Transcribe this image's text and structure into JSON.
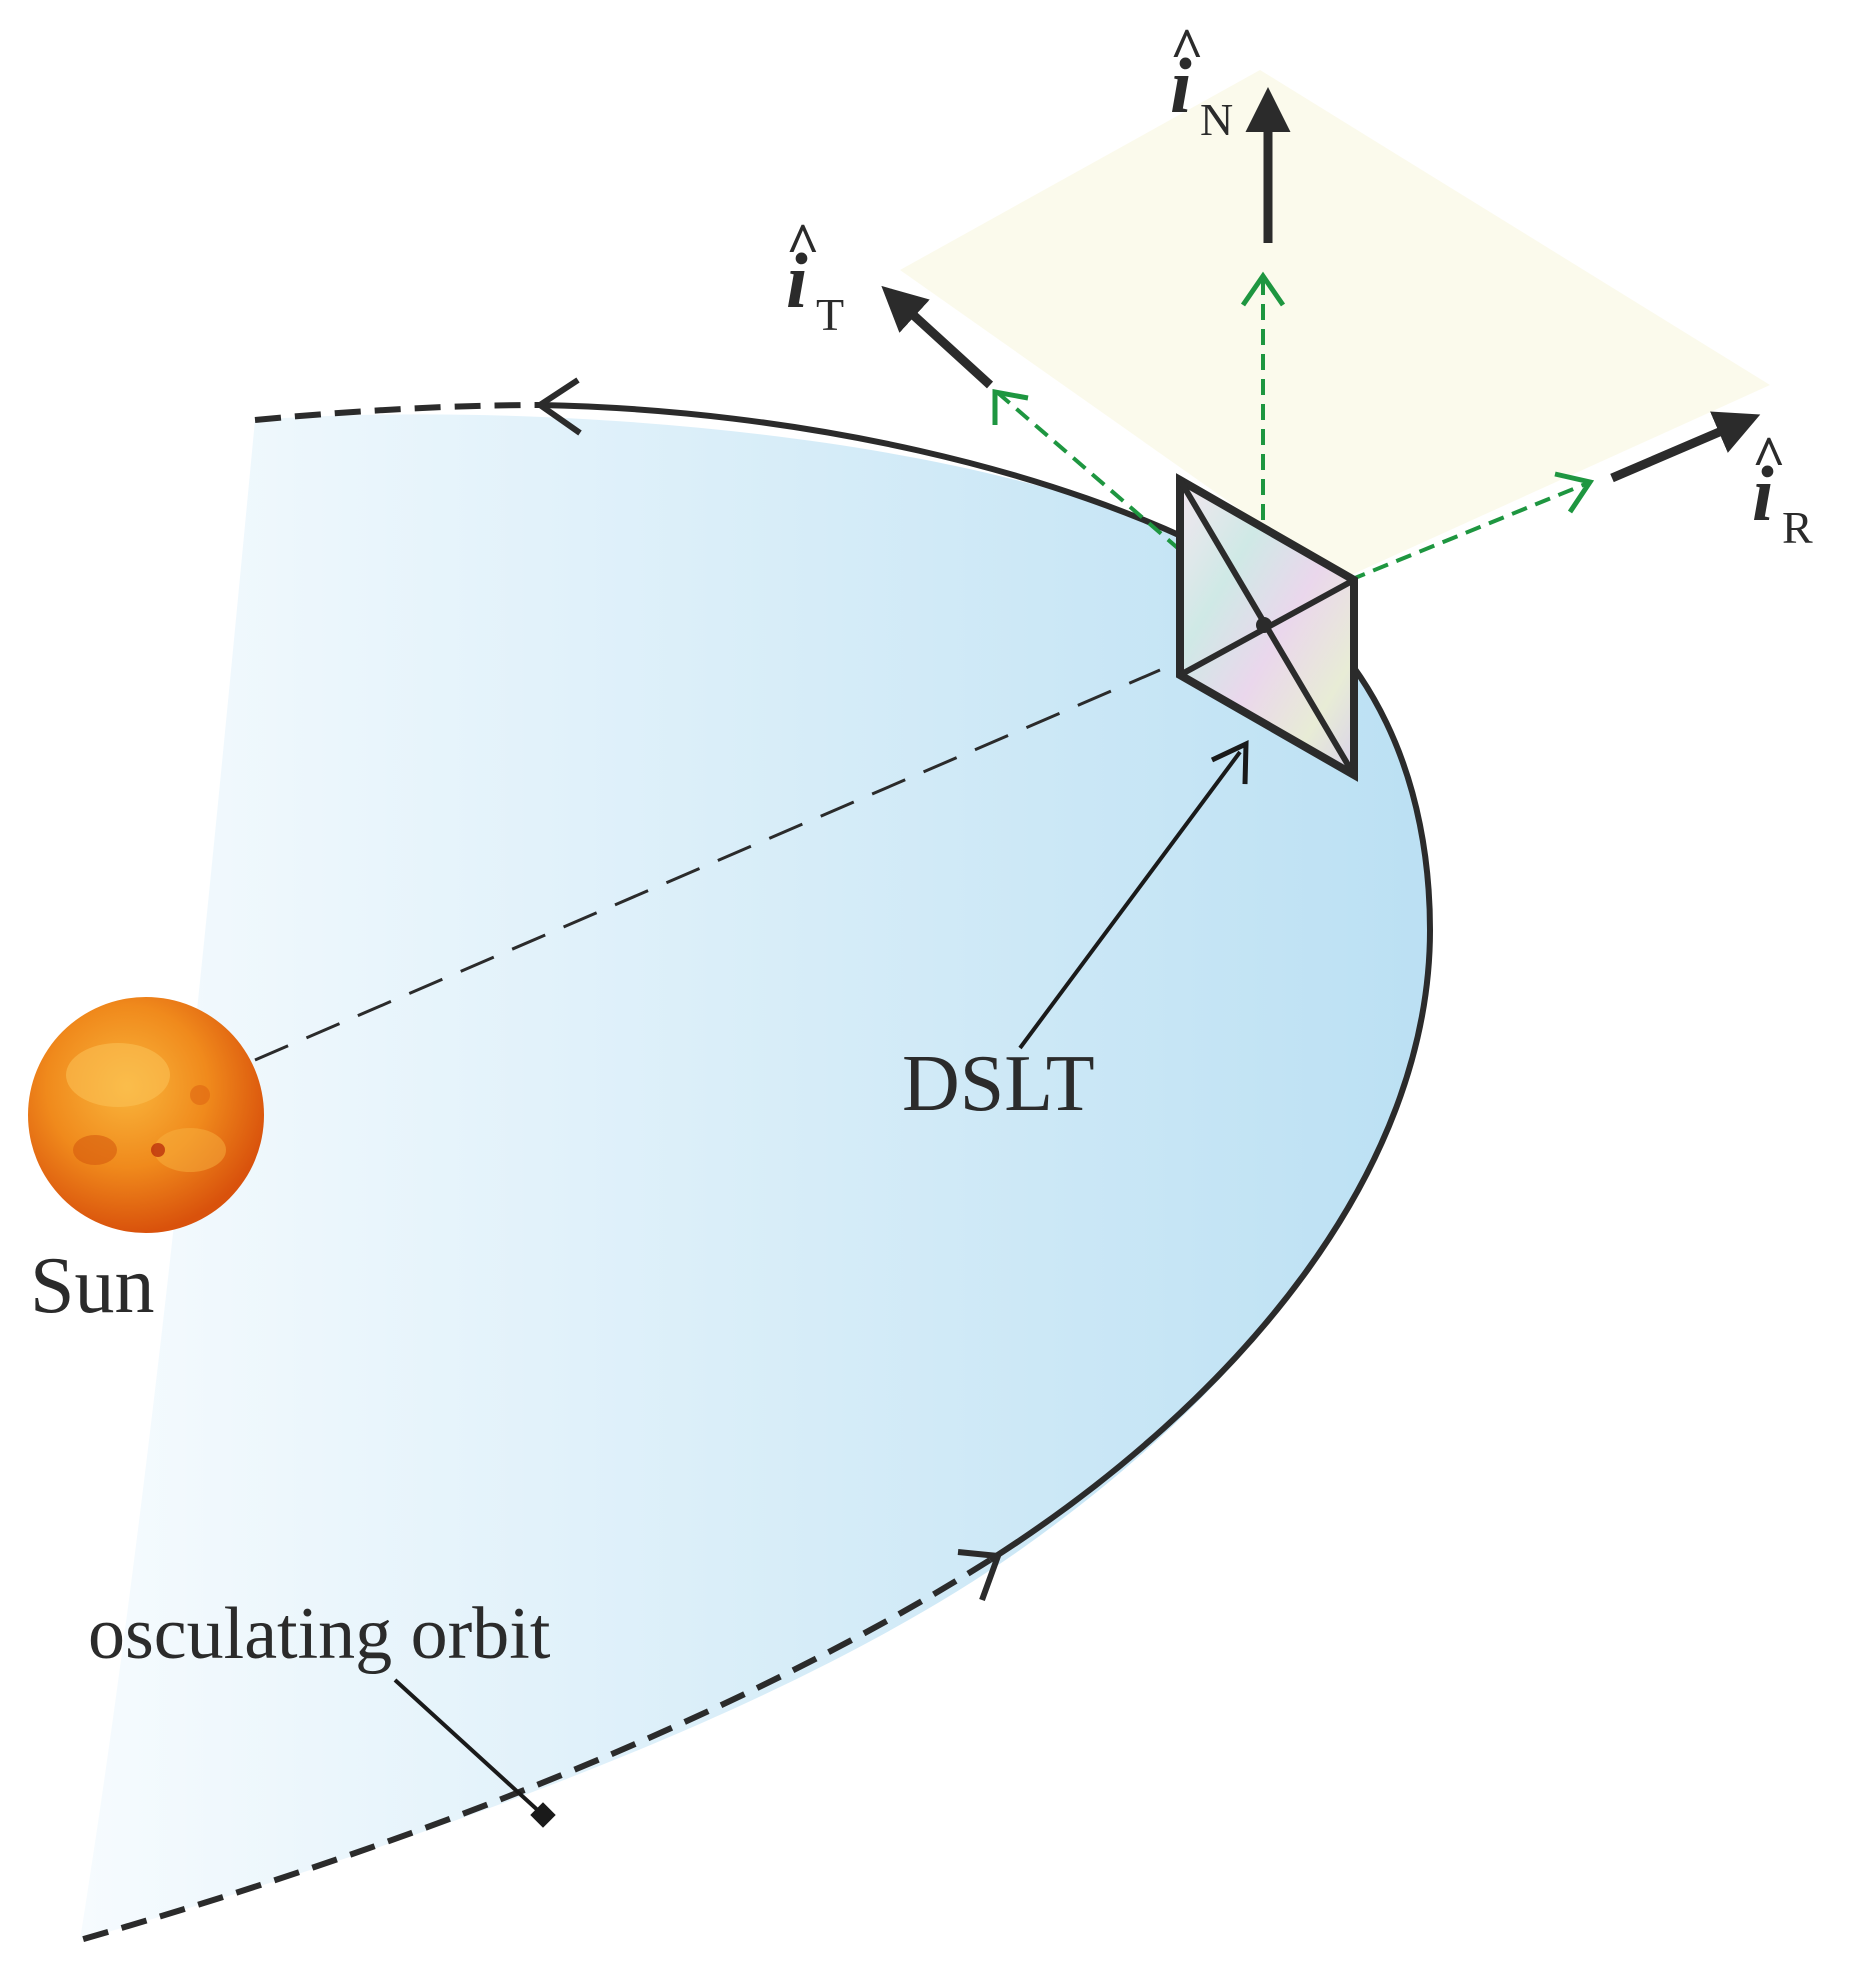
{
  "labels": {
    "sun": "Sun",
    "sail": "DSLT",
    "orbit": "osculating orbit"
  },
  "vectors": {
    "normal": {
      "symbol": "i",
      "hat": "^",
      "subscript": "N"
    },
    "transverse": {
      "symbol": "i",
      "hat": "^",
      "subscript": "T"
    },
    "radial": {
      "symbol": "i",
      "hat": "^",
      "subscript": "R"
    }
  },
  "colors": {
    "orbit_line": "#2b2b2b",
    "orbit_plane_light": "#f4f9fd",
    "orbit_plane_dark": "#bde2f4",
    "local_plane": "#fbfbeb",
    "green_vectors": "#1e9640",
    "sun_outer": "#e3620e",
    "sun_inner": "#f6a623"
  },
  "icons": {
    "sun": "sun-sphere-icon",
    "sail": "solar-sail-icon"
  }
}
